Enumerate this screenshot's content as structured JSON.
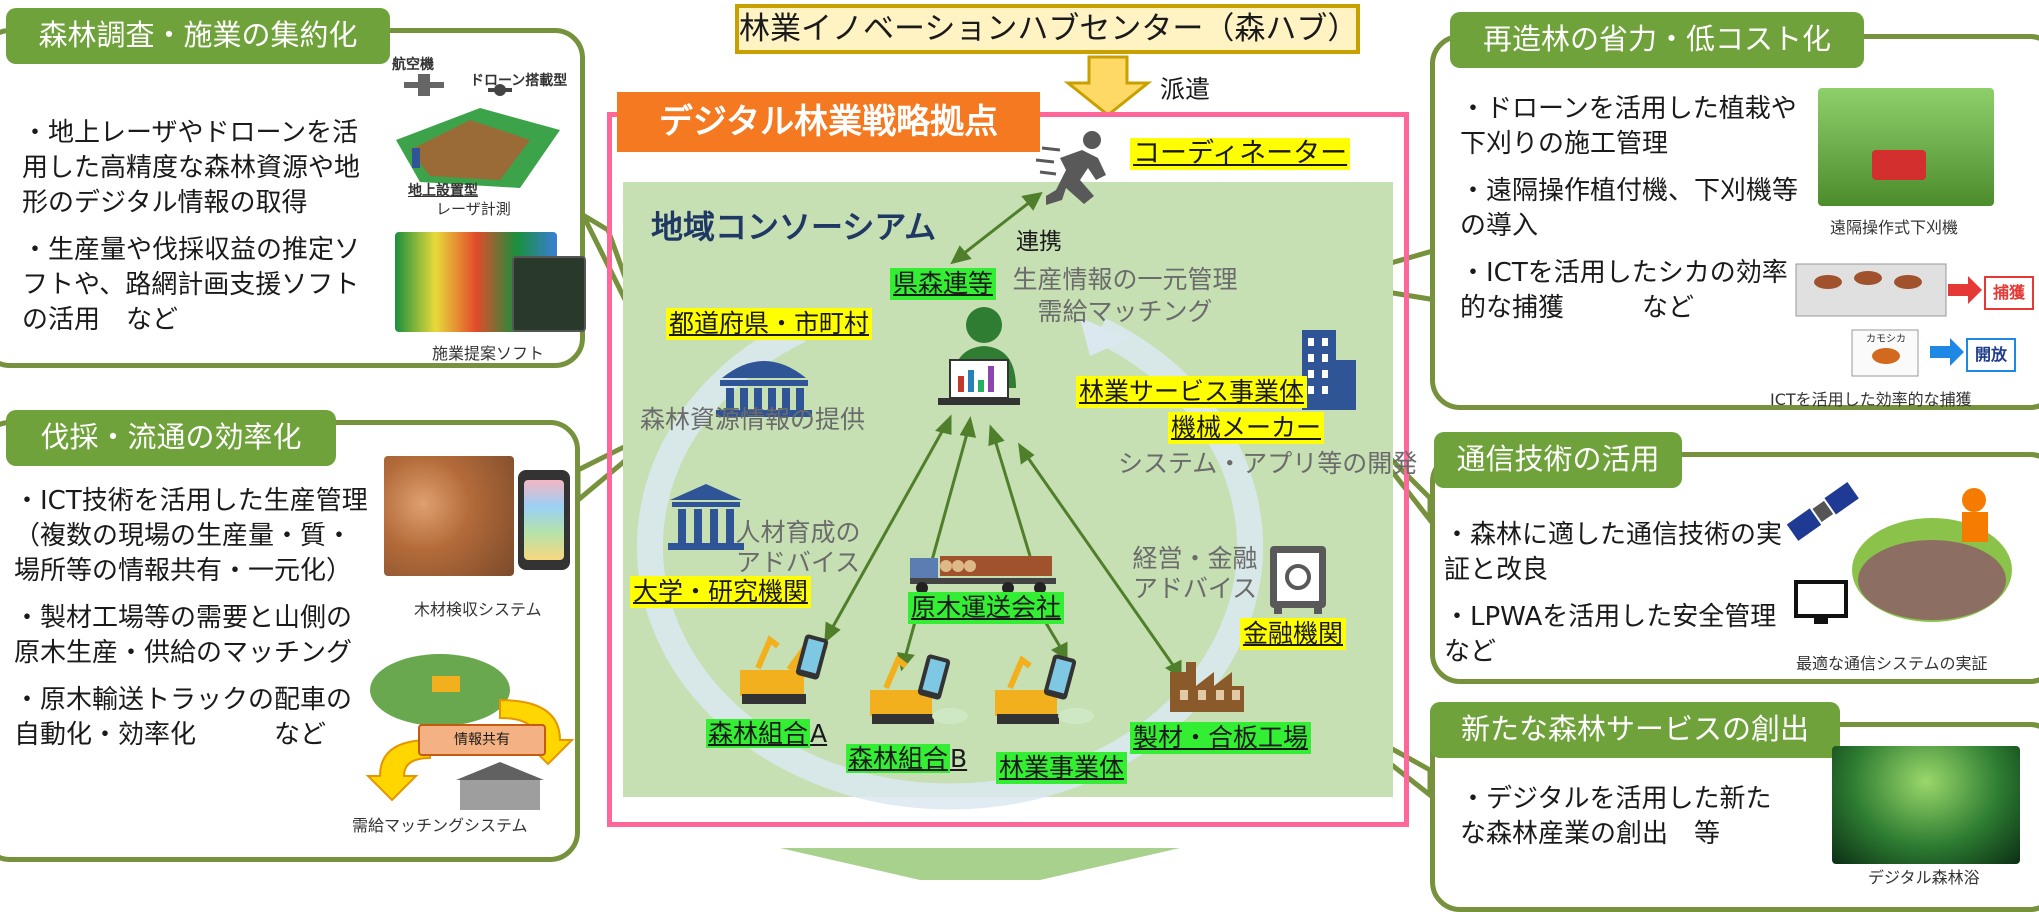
{
  "hub": {
    "title": "林業イノベーションハブセンター（森ハブ）",
    "dispatch": "派遣"
  },
  "base": {
    "title": "デジタル林業戦略拠点",
    "coordinator": "コーディネーター",
    "consortium": "地域コンソーシアム",
    "link": "連携",
    "ken_shinren": "県森連等",
    "info_center": "生産情報の一元管理\n需給マッチング",
    "prefecture": "都道府県・市町村",
    "resource_info": "森林資源情報の提供",
    "university": "大学・研究機関",
    "training": "人材育成の\nアドバイス",
    "service_company": "林業サービス事業体",
    "machinery": "機械メーカー",
    "system_dev": "システム・アプリ等の開発",
    "finance_advice": "経営・金融\nアドバイス",
    "finance": "金融機関",
    "timber_transport": "原木運送会社",
    "union_a_text": "森林組合",
    "union_a_letter": "A",
    "union_b_text": "森林組合",
    "union_b_letter": "B",
    "forestry_operator": "林業事業体",
    "mill": "製材・合板工場"
  },
  "panels": {
    "survey": {
      "title": "森林調査・施業の集約化",
      "items": [
        "・地上レーザやドローンを活用した高精度な森林資源や地形のデジタル情報の取得",
        "・生産量や伐採収益の推定ソフトや、路網計画支援ソフトの活用　など"
      ],
      "fig_labels": [
        "航空機",
        "ドローン搭載型",
        "地上設置型",
        "レーザ計測"
      ],
      "caption": "施業提案ソフト"
    },
    "logging": {
      "title": "伐採・流通の効率化",
      "items": [
        "・ICT技術を活用した生産管理（複数の現場の生産量・質・場所等の情報共有・一元化）",
        "・製材工場等の需要と山側の原木生産・供給のマッチング",
        "・原木輸送トラックの配車の自動化・効率化　　　など"
      ],
      "caption1": "木材検収システム",
      "share_label": "情報共有",
      "caption2": "需給マッチングシステム"
    },
    "reforest": {
      "title": "再造林の省力・低コスト化",
      "items": [
        "・ドローンを活用した植栽や下刈りの施工管理",
        "・遠隔操作植付機、下刈機等の導入",
        "・ICTを活用したシカの効率的な捕獲　　　など"
      ],
      "caption1": "遠隔操作式下刈機",
      "capture": "捕獲",
      "release": "開放",
      "deer_label": "カモシカ",
      "caption2": "ICTを活用した効率的な捕獲"
    },
    "comms": {
      "title": "通信技術の活用",
      "items": [
        "・森林に適した通信技術の実証と改良",
        "・LPWAを活用した安全管理など"
      ],
      "caption": "最適な通信システムの実証"
    },
    "service": {
      "title": "新たな森林サービスの創出",
      "items": [
        "・デジタルを活用した新たな森林産業の創出　等"
      ],
      "caption": "デジタル森林浴"
    }
  },
  "colors": {
    "panel_border": "#76923c",
    "title_bg": "#6fa23a",
    "base_border": "#ff6699",
    "consortium_bg": "#c6e0b4",
    "hub_border": "#c8a000",
    "arrow": "#5a8a2a",
    "orange": "#f47920"
  }
}
